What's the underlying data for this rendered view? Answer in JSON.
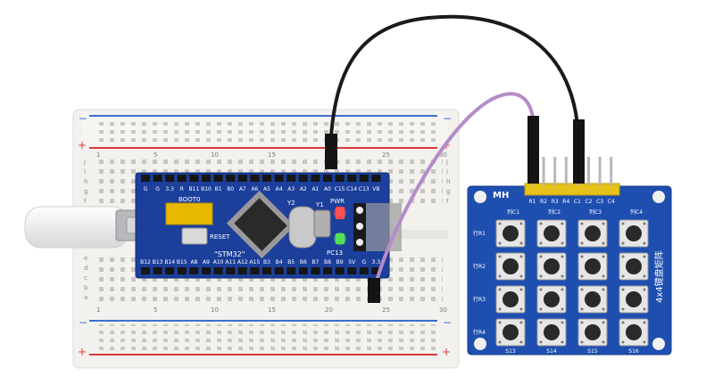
{
  "breadboard": {
    "row_numbers": [
      "1",
      "5",
      "10",
      "15",
      "20",
      "25",
      "30"
    ],
    "row_letters_top": [
      "j",
      "i",
      "h",
      "g",
      "f"
    ],
    "row_letters_bottom": [
      "e",
      "d",
      "c",
      "b",
      "a"
    ],
    "plus": "+",
    "minus": "−"
  },
  "stm32": {
    "top_pins": [
      "G",
      "G",
      "3.3",
      "R",
      "B11",
      "B10",
      "B1",
      "B0",
      "A7",
      "A6",
      "A5",
      "A4",
      "A3",
      "A2",
      "A1",
      "A0",
      "C15",
      "C14",
      "C13",
      "VB"
    ],
    "bottom_pins": [
      "B12",
      "B13",
      "B14",
      "B15",
      "A8",
      "A9",
      "A10",
      "A11",
      "A12",
      "A15",
      "B3",
      "B4",
      "B5",
      "B6",
      "B7",
      "B8",
      "B9",
      "5V",
      "G",
      "3.3"
    ],
    "boot_label": "BOOT0",
    "reset_label": "RESET",
    "chip_label": "\"STM32\"",
    "crystal_label": "Y2",
    "crystal2_label": "Y1",
    "pwr_label": "PWR",
    "pc13_label": "PC13"
  },
  "keypad": {
    "brand": "MH",
    "pin_labels": [
      "R1",
      "R2",
      "R3",
      "R4",
      "C1",
      "C2",
      "C3",
      "C4"
    ],
    "col_labels": [
      "列C1",
      "列C2",
      "列C3",
      "列C4"
    ],
    "row_labels": [
      "行R1",
      "行R2",
      "行R3",
      "行R4"
    ],
    "side_label": "4x4键盘矩阵",
    "bottom_labels": [
      "S13",
      "S14",
      "S15",
      "S16"
    ]
  },
  "colors": {
    "board_blue": "#1c3f9c",
    "keypad_blue": "#1e4fb0",
    "wire_black": "#1a1a1a",
    "wire_purple": "#b48cc8",
    "breadboard": "#f2f1ee",
    "rail_red": "#d83a3a",
    "rail_blue": "#3a6fd0",
    "pin_header_yellow": "#e6c21a"
  }
}
